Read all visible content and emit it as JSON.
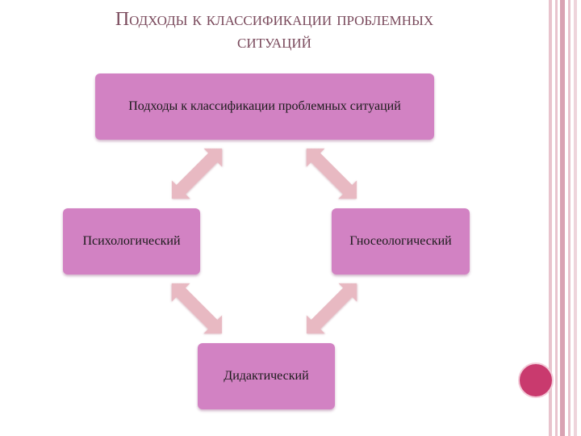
{
  "title_line1": "Подходы к классификации  проблемных",
  "title_line2": "ситуаций",
  "diagram": {
    "top": "Подходы к классификации проблемных ситуаций",
    "left": "Психологический",
    "right": "Гносеологический",
    "bottom": "Дидактический"
  },
  "colors": {
    "box_fill": "#d282c3",
    "arrow_fill": "#e8b9c2",
    "title_color": "#7a4a5c",
    "accent_circle": "#c93a6e"
  }
}
